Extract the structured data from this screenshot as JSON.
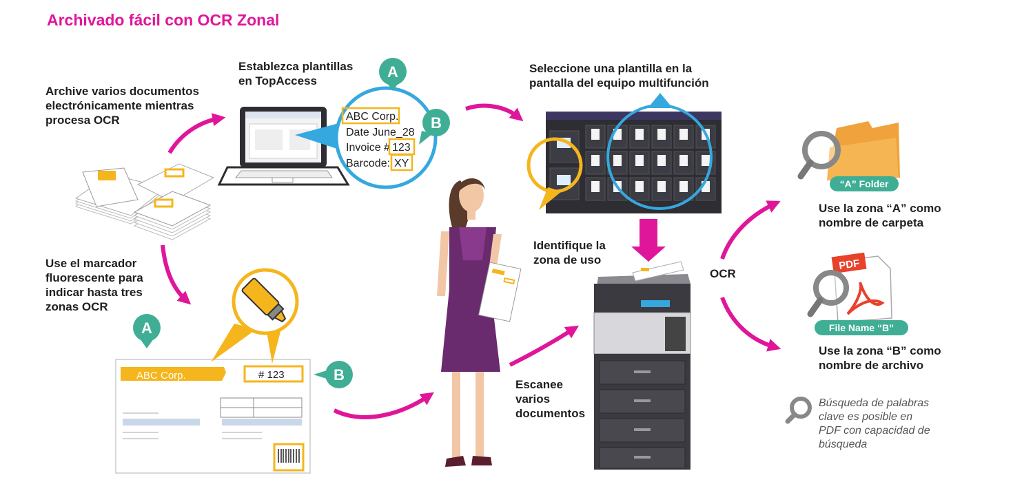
{
  "title": "Archivado fácil con OCR Zonal",
  "captions": {
    "archive": "Archive varios documentos\nelectrónicamente mientras\nprocesa OCR",
    "templates": "Establezca plantillas\nen TopAccess",
    "select_template": "Seleccione una plantilla en la\npantalla del equipo multifunción",
    "marker": "Use el marcador\nfluorescente para\nindicar hasta tres\nzonas OCR",
    "identify": "Identifique la\nzona de uso",
    "scan": "Escanee\nvarios\ndocumentos",
    "ocr": "OCR",
    "use_a": "Use la zona “A” como\nnombre de carpeta",
    "use_b": "Use la zona “B” como\nnombre de archivo",
    "search_note": "Búsqueda de palabras\nclave es posible en\nPDF con capacidad de\nbúsqueda"
  },
  "badges": {
    "a": "A",
    "b": "B"
  },
  "zoom_fields": {
    "company": "ABC Corp.",
    "date": "Date June_28",
    "invoice_label": "Invoice #",
    "invoice_value": "123",
    "barcode_label": "Barcode:",
    "barcode_value": "XY"
  },
  "document": {
    "company": "ABC Corp.",
    "invoice": "# 123"
  },
  "tags": {
    "folder": "“A” Folder",
    "file": "File Name “B”",
    "pdf": "PDF"
  },
  "colors": {
    "magenta": "#e0169a",
    "blue": "#35a8df",
    "yellow": "#f5b51c",
    "teal": "#3fae95",
    "dark": "#2d2d33",
    "purple": "#5a1e5f"
  }
}
